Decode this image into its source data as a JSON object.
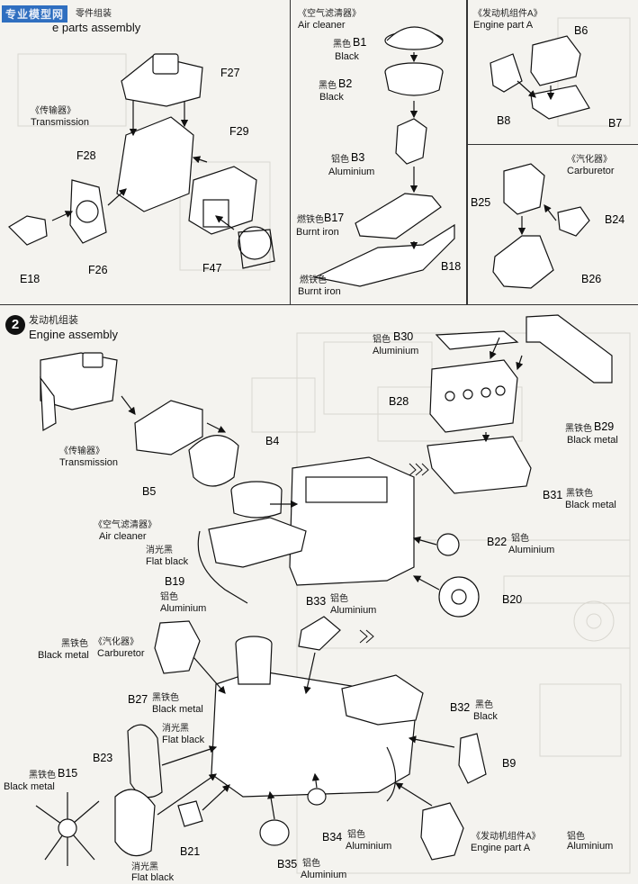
{
  "watermark": {
    "main": "专业模型网",
    "sub": ""
  },
  "step1": {
    "transmission_panel": {
      "title_cn": "零件组装",
      "title_en": "e parts assembly",
      "group_cn": "《传输器》",
      "group_en": "Transmission",
      "parts": {
        "F27": "F27",
        "F28": "F28",
        "F29": "F29",
        "E18": "E18",
        "F26": "F26",
        "F47": "F47"
      }
    },
    "air_cleaner_panel": {
      "title_cn": "《空气滤清器》",
      "title_en": "Air cleaner",
      "B1": {
        "part": "B1",
        "cn": "黑色",
        "en": "Black"
      },
      "B2": {
        "part": "B2",
        "cn": "黑色",
        "en": "Black"
      },
      "B3": {
        "part": "B3",
        "cn": "铝色",
        "en": "Aluminium"
      },
      "B17": {
        "part": "B17",
        "cn": "燃铁色",
        "en": "Burnt iron"
      },
      "B18": {
        "part": "B18"
      },
      "B18_paint": {
        "cn": "燃铁色",
        "en": "Burnt iron"
      }
    },
    "engine_part_a_panel": {
      "title_cn": "《发动机组件A》",
      "title_en": "Engine part A",
      "parts": {
        "B6": "B6",
        "B8": "B8",
        "B7": "B7"
      }
    },
    "carburetor_panel": {
      "title_cn": "《汽化器》",
      "title_en": "Carburetor",
      "parts": {
        "B25": "B25",
        "B24": "B24",
        "B26": "B26"
      }
    }
  },
  "step2": {
    "number": "2",
    "title_cn": "发动机组装",
    "title_en": "Engine assembly",
    "labels": {
      "B30": {
        "part": "B30",
        "cn": "铝色",
        "en": "Aluminium"
      },
      "B28": {
        "part": "B28"
      },
      "B29": {
        "part": "B29",
        "cn": "黑铁色",
        "en": "Black metal"
      },
      "B31": {
        "part": "B31",
        "cn": "黑铁色",
        "en": "Black metal"
      },
      "B4": {
        "part": "B4"
      },
      "B5": {
        "part": "B5"
      },
      "transmission": {
        "cn": "《传输器》",
        "en": "Transmission"
      },
      "air_cleaner": {
        "cn": "《空气滤清器》",
        "en": "Air cleaner"
      },
      "flat_black_1": {
        "cn": "消光黑",
        "en": "Flat black"
      },
      "B19": {
        "part": "B19",
        "cn": "铝色",
        "en": "Aluminium"
      },
      "B22": {
        "part": "B22",
        "cn": "铝色",
        "en": "Aluminium"
      },
      "B20": {
        "part": "B20"
      },
      "B33": {
        "part": "B33",
        "cn": "铝色",
        "en": "Aluminium"
      },
      "carburetor": {
        "cn_paint": "黑铁色",
        "cn": "《汽化器》",
        "en_paint": "Black metal",
        "en": "Carburetor"
      },
      "B27": {
        "part": "B27",
        "cn": "黑铁色",
        "en": "Black metal"
      },
      "flat_black_2": {
        "cn": "消光黑",
        "en": "Flat black"
      },
      "B32": {
        "part": "B32",
        "cn": "黑色",
        "en": "Black"
      },
      "B23": {
        "part": "B23"
      },
      "B15": {
        "part": "B15",
        "cn": "黑铁色",
        "en": "Black metal"
      },
      "B9": {
        "part": "B9"
      },
      "B21": {
        "part": "B21"
      },
      "B34": {
        "part": "B34",
        "cn": "铝色",
        "en": "Aluminium"
      },
      "engine_a": {
        "cn": "《发动机组件A》",
        "en": "Engine part A"
      },
      "B9_paint": {
        "cn": "铝色",
        "en": "Aluminium"
      },
      "flat_black_3": {
        "cn": "消光黑",
        "en": "Flat black"
      },
      "B35": {
        "part": "B35",
        "cn": "铝色",
        "en": "Aluminium"
      }
    }
  }
}
